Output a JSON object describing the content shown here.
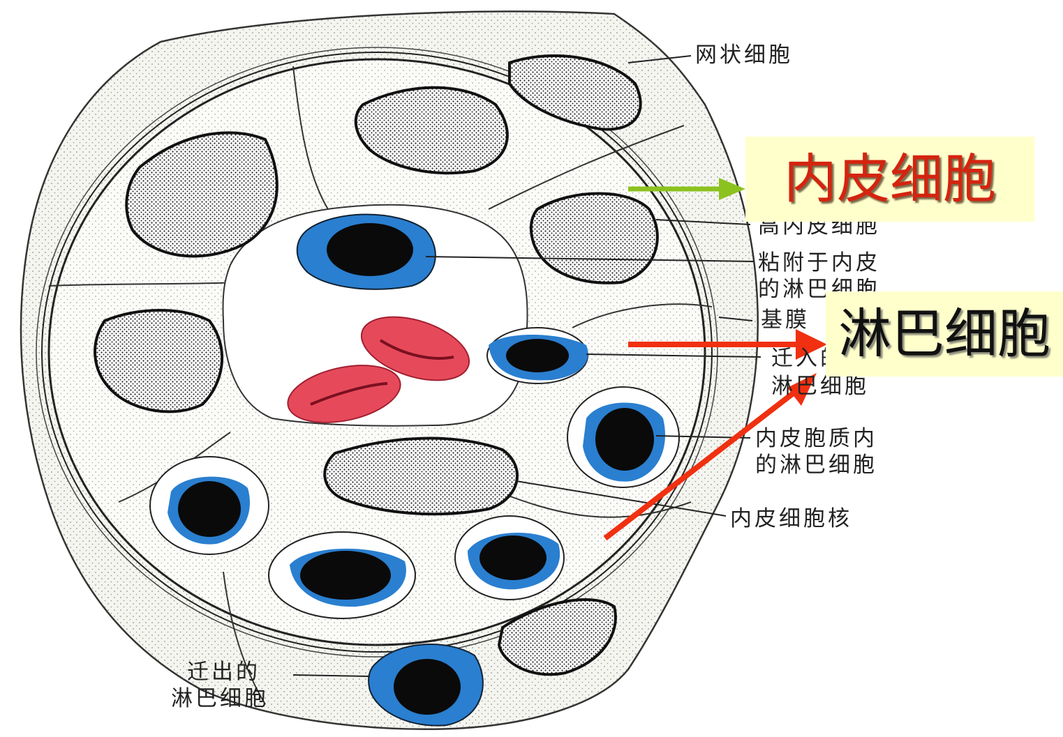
{
  "labels": {
    "reticular_cell": "网状细胞",
    "high_endothelial_cell": "高内皮细胞",
    "adhered_lymphocyte": [
      "粘附于内皮",
      "的淋巴细胞"
    ],
    "basement_membrane": "基膜",
    "migrating_lymphocyte": [
      "迁入的",
      "淋巴细胞"
    ],
    "intracytoplasmic_lymphocyte": [
      "内皮胞质内",
      "的淋巴细胞"
    ],
    "endothelial_nucleus": "内皮细胞核",
    "emigrated_lymphocyte": [
      "迁出的",
      "淋巴细胞"
    ]
  },
  "callouts": {
    "endothelial_cell": "内皮细胞",
    "lymphocyte": "淋巴细胞"
  },
  "colors": {
    "lymphocyte_cytoplasm": "#2a7fd0",
    "red_blood_cell": "#e64a5a",
    "callout_bg": "#ffffcc",
    "callout_endo_text": "#d4240f",
    "green_arrow": "#8cc21f",
    "red_arrow": "#f03010"
  }
}
